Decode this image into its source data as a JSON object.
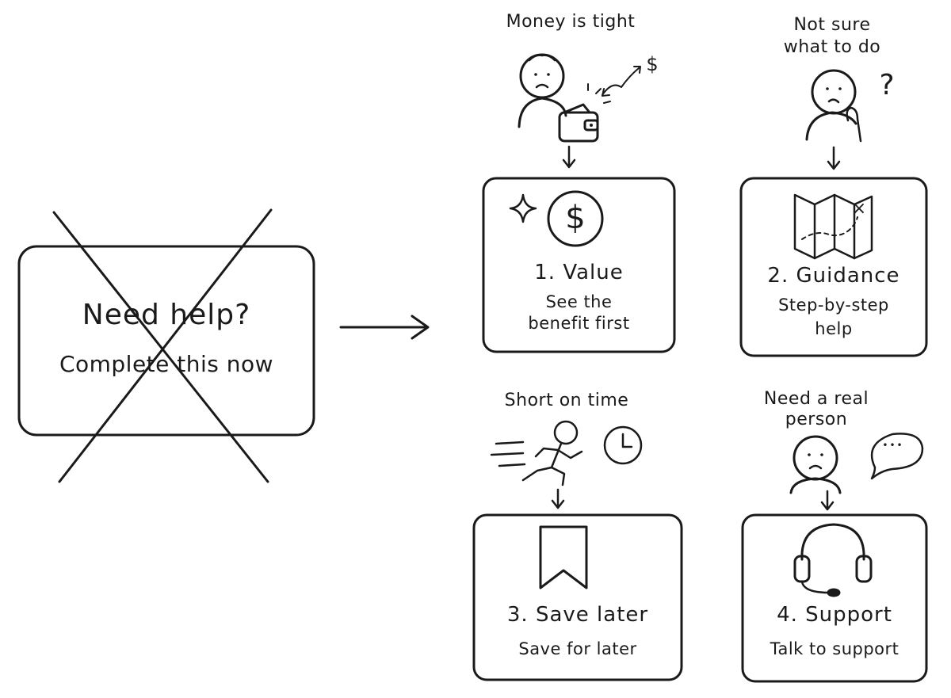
{
  "old_prompt": {
    "line1": "Need help?",
    "line2": "Complete this now"
  },
  "panels": [
    {
      "trigger": "Money is tight",
      "title": "1. Value",
      "subtitle_line1": "See the",
      "subtitle_line2": "benefit first",
      "icon": "dollar-coin-icon",
      "trigger_icon": "worried-person-wallet-icon"
    },
    {
      "trigger_line1": "Not sure",
      "trigger_line2": "what to do",
      "title": "2. Guidance",
      "subtitle_line1": "Step-by-step",
      "subtitle_line2": "help",
      "icon": "map-icon",
      "trigger_icon": "thinking-person-icon"
    },
    {
      "trigger": "Short on time",
      "title": "3. Save later",
      "subtitle": "Save for later",
      "icon": "bookmark-icon",
      "trigger_icon": "running-person-clock-icon"
    },
    {
      "trigger_line1": "Need a real",
      "trigger_line2": "person",
      "title": "4. Support",
      "subtitle": "Talk to support",
      "icon": "headset-icon",
      "trigger_icon": "sad-person-speech-bubble-icon"
    }
  ],
  "glyphs": {
    "dollar": "$",
    "question": "?",
    "map_x": "×",
    "ellipsis": "•••"
  }
}
